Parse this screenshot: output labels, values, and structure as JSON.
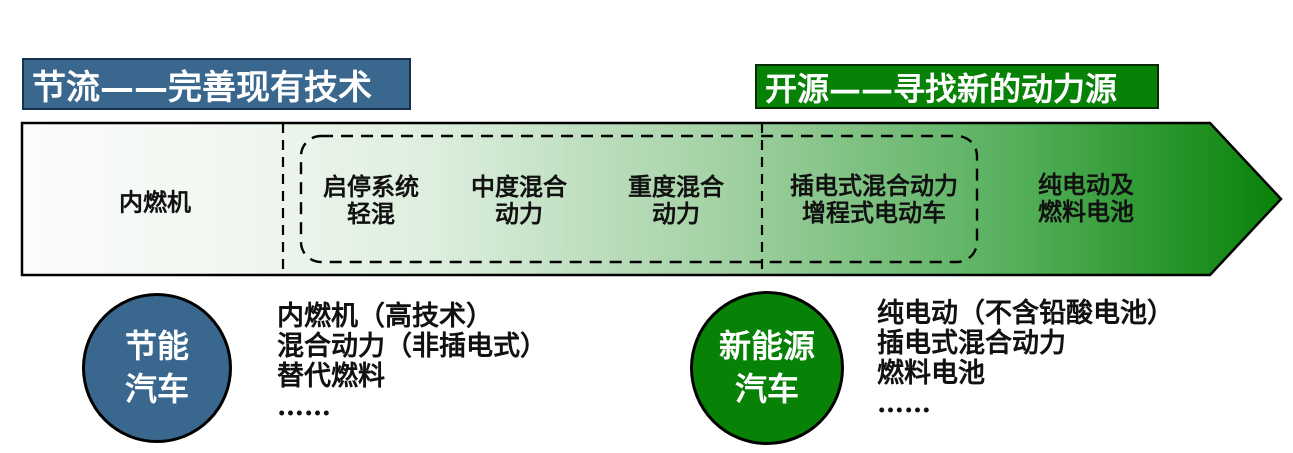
{
  "banners": {
    "conserve": {
      "label": "节流——完善现有技术"
    },
    "newsource": {
      "label": "开源——寻找新的动力源"
    }
  },
  "arrow": {
    "labels": [
      {
        "lines": [
          "内燃机"
        ]
      },
      {
        "lines": [
          "启停系统",
          "轻混"
        ]
      },
      {
        "lines": [
          "中度混合",
          "动力"
        ]
      },
      {
        "lines": [
          "重度混合",
          "动力"
        ]
      },
      {
        "lines": [
          "插电式混合动力",
          "增程式电动车"
        ]
      },
      {
        "lines": [
          "纯电动及",
          "燃料电池"
        ]
      }
    ]
  },
  "legend": [
    {
      "circle_lines": [
        "节能",
        "汽车"
      ],
      "items": [
        "内燃机（高技术）",
        "混合动力（非插电式）",
        "替代燃料",
        "……"
      ]
    },
    {
      "circle_lines": [
        "新能源",
        "汽车"
      ],
      "items": [
        "纯电动（不含铅酸电池）",
        "插电式混合动力",
        "燃料电池",
        "……"
      ]
    }
  ],
  "colors": {
    "banner-blue": "#39678E",
    "banner-green": "#078207",
    "circle-blue": "#39678E",
    "circle-green": "#078207",
    "arrow-g0": "#FBFCFA",
    "arrow-g1": "#F0F6F0",
    "arrow-g2": "#DCEEDD",
    "arrow-g3": "#A5D2A6",
    "arrow-g4": "#55AF5B",
    "arrow-g5": "#088208",
    "outline": "#000000"
  }
}
